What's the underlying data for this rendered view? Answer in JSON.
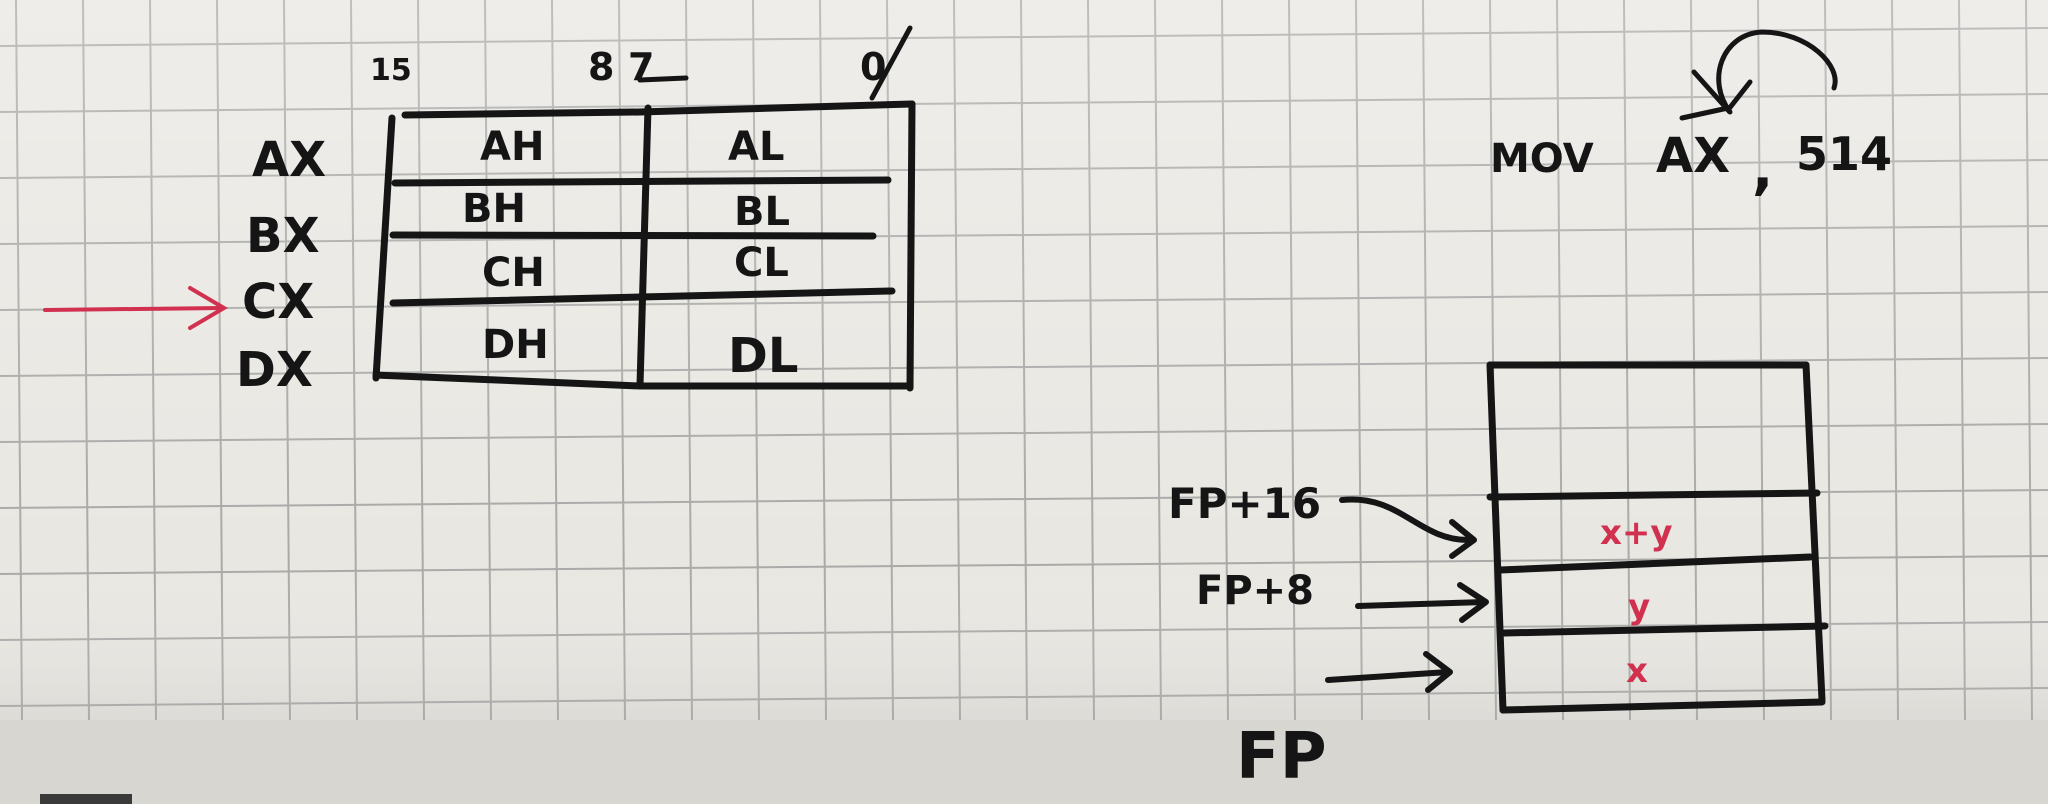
{
  "registers": {
    "bit_labels": [
      "15",
      "8",
      "7",
      "0"
    ],
    "rows": [
      {
        "name": "AX",
        "high": "AH",
        "low": "AL"
      },
      {
        "name": "BX",
        "high": "BH",
        "low": "BL"
      },
      {
        "name": "CX",
        "high": "CH",
        "low": "CL"
      },
      {
        "name": "DX",
        "high": "DH",
        "low": "DL"
      }
    ],
    "highlighted_row": "CX"
  },
  "instruction": {
    "opcode": "MOV",
    "operand_register": "AX",
    "separator": ",",
    "operand_value": "514"
  },
  "stack": {
    "pointers": [
      {
        "label": "FP+16",
        "cell": "x+y"
      },
      {
        "label": "FP+8",
        "cell": "y"
      },
      {
        "label": "FP",
        "cell": "x"
      }
    ]
  },
  "colors": {
    "paper": "#e9e7e2",
    "grid": "#a9aaa8",
    "ink": "#151515",
    "red_ink": "#d1314f"
  }
}
